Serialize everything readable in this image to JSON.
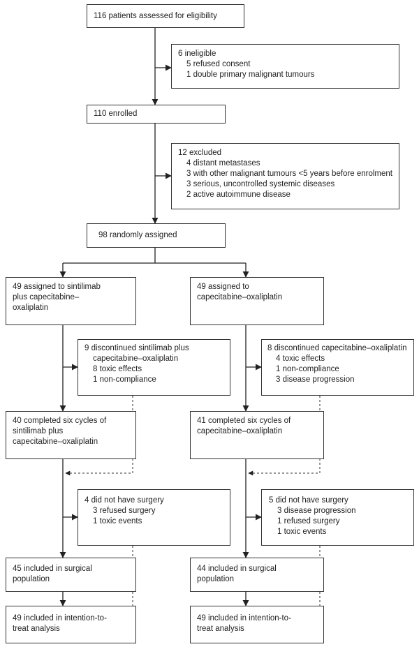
{
  "assessed": "116 patients assessed for eligibility",
  "ineligible": {
    "title": "6 ineligible",
    "items": [
      "5 refused consent",
      "1 double primary malignant tumours"
    ]
  },
  "enrolled": "110 enrolled",
  "excluded": {
    "title": "12 excluded",
    "items": [
      "4 distant metastases",
      "3 with other malignant tumours <5 years before enrolment",
      "3 serious, uncontrolled systemic diseases",
      "2 active autoimmune disease"
    ]
  },
  "randomised": "98 randomly assigned",
  "left_arm": {
    "assigned": [
      "49 assigned to sintilimab",
      "plus capecitabine–",
      "oxaliplatin"
    ],
    "discontinued": {
      "title": [
        "9 discontinued sintilimab plus",
        "capecitabine–oxaliplatin"
      ],
      "items": [
        "8 toxic effects",
        "1 non-compliance"
      ]
    },
    "completed": [
      "40 completed six cycles of",
      "sintilimab plus",
      "capecitabine–oxaliplatin"
    ],
    "no_surgery": {
      "title": "4 did not have surgery",
      "items": [
        "3 refused surgery",
        "1 toxic events"
      ]
    },
    "surgical": [
      "45 included in surgical",
      "population"
    ],
    "itt": [
      "49 included in intention-to-",
      "treat analysis"
    ]
  },
  "right_arm": {
    "assigned": [
      "49 assigned to",
      "capecitabine–oxaliplatin"
    ],
    "discontinued": {
      "title": [
        "8 discontinued capecitabine–oxaliplatin"
      ],
      "items": [
        "4 toxic effects",
        "1 non-compliance",
        "3 disease progression"
      ]
    },
    "completed": [
      "41 completed six cycles of",
      "capecitabine–oxaliplatin"
    ],
    "no_surgery": {
      "title": "5 did not have surgery",
      "items": [
        "3 disease progression",
        "1 refused surgery",
        "1 toxic events"
      ]
    },
    "surgical": [
      "44 included in surgical",
      "population"
    ],
    "itt": [
      "49 included in intention-to-",
      "treat analysis"
    ]
  }
}
